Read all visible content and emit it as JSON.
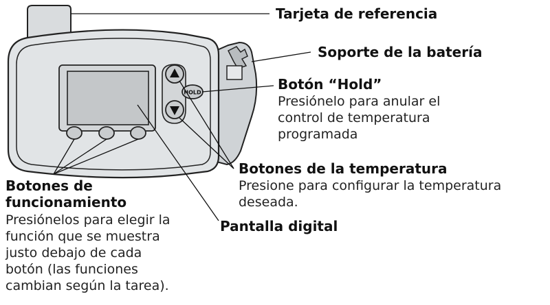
{
  "device": {
    "hold_button_text": "HOLD"
  },
  "callouts": {
    "reference_card": {
      "title": "Tarjeta de referencia"
    },
    "battery_holder": {
      "title": "Soporte de la batería"
    },
    "hold_button": {
      "title": "Botón “Hold”",
      "desc": [
        "Presiónelo para anular el",
        "control de temperatura",
        "programada"
      ]
    },
    "temp_buttons": {
      "title": "Botones de la temperatura",
      "desc": [
        "Presione para configurar la temperatura",
        "deseada."
      ]
    },
    "function_buttons": {
      "title": [
        "Botones de",
        "funcionamiento"
      ],
      "desc": [
        "Presiónelos para elegir la",
        "función que se muestra",
        "justo debajo de cada",
        "botón (las funciones",
        "cambian según la tarea)."
      ]
    },
    "display": {
      "title": "Pantalla digital"
    }
  }
}
